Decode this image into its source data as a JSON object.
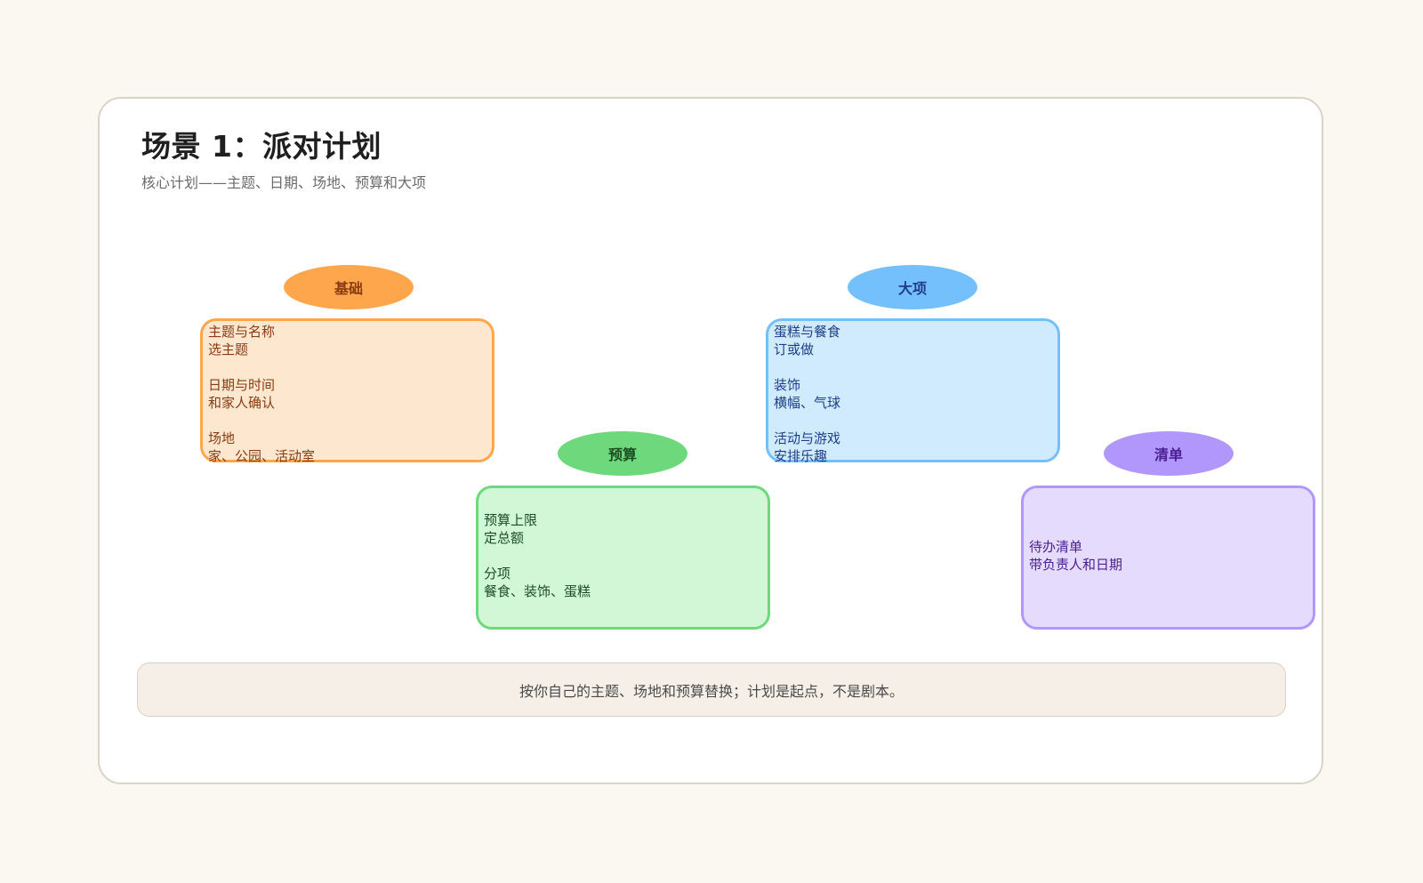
{
  "header": {
    "title": "场景 1：派对计划",
    "subtitle": "核心计划——主题、日期、场地、预算和大项"
  },
  "nodes": [
    {
      "id": "basics",
      "label": "基础",
      "color": "#fda64c",
      "fill": "#fde8cf",
      "text_color": "#8a3a12",
      "items": [
        {
          "title": "主题与名称",
          "detail": "选主题"
        },
        {
          "title": "日期与时间",
          "detail": "和家人确认"
        },
        {
          "title": "场地",
          "detail": "家、公园、活动室"
        }
      ]
    },
    {
      "id": "budget",
      "label": "预算",
      "color": "#6ed97c",
      "fill": "#d2f7d6",
      "text_color": "#1b4d23",
      "items": [
        {
          "title": "预算上限",
          "detail": "定总额"
        },
        {
          "title": "分项",
          "detail": "餐食、装饰、蛋糕"
        }
      ]
    },
    {
      "id": "major",
      "label": "大项",
      "color": "#74c0fc",
      "fill": "#d0ebfd",
      "text_color": "#1d3d8a",
      "items": [
        {
          "title": "蛋糕与餐食",
          "detail": "订或做"
        },
        {
          "title": "装饰",
          "detail": "横幅、气球"
        },
        {
          "title": "活动与游戏",
          "detail": "安排乐趣"
        }
      ]
    },
    {
      "id": "checklist",
      "label": "清单",
      "color": "#b197fc",
      "fill": "#e5dbfd",
      "text_color": "#4b2091",
      "items": [
        {
          "title": "待办清单",
          "detail": "带负责人和日期"
        }
      ]
    }
  ],
  "footer": {
    "note": "按你自己的主题、场地和预算替换；计划是起点，不是剧本。"
  }
}
